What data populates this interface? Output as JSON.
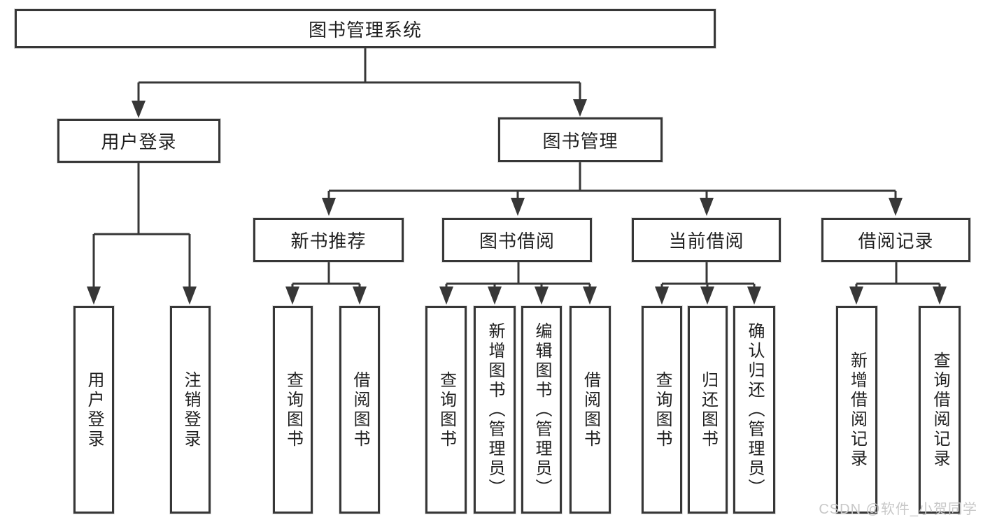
{
  "diagram": {
    "title": "图书管理系统",
    "tree": {
      "label": "图书管理系统",
      "children": [
        {
          "label": "用户登录",
          "children": [
            {
              "label": "用户登录"
            },
            {
              "label": "注销登录"
            }
          ]
        },
        {
          "label": "图书管理",
          "children": [
            {
              "label": "新书推荐",
              "children": [
                {
                  "label": "查询图书"
                },
                {
                  "label": "借阅图书"
                }
              ]
            },
            {
              "label": "图书借阅",
              "children": [
                {
                  "label": "查询图书"
                },
                {
                  "label": "新增图书（管理员）"
                },
                {
                  "label": "编辑图书（管理员）"
                },
                {
                  "label": "借阅图书"
                }
              ]
            },
            {
              "label": "当前借阅",
              "children": [
                {
                  "label": "查询图书"
                },
                {
                  "label": "归还图书"
                },
                {
                  "label": "确认归还（管理员）"
                }
              ]
            },
            {
              "label": "借阅记录",
              "children": [
                {
                  "label": "新增借阅记录"
                },
                {
                  "label": "查询借阅记录"
                }
              ]
            }
          ]
        }
      ]
    },
    "colors": {
      "line": "#373737",
      "box_border": "#373737",
      "text": "#1f1f1f",
      "watermark": "#c8c8c8",
      "background": "#ffffff"
    }
  },
  "watermark": {
    "text": "CSDN @软件_小贺同学"
  }
}
